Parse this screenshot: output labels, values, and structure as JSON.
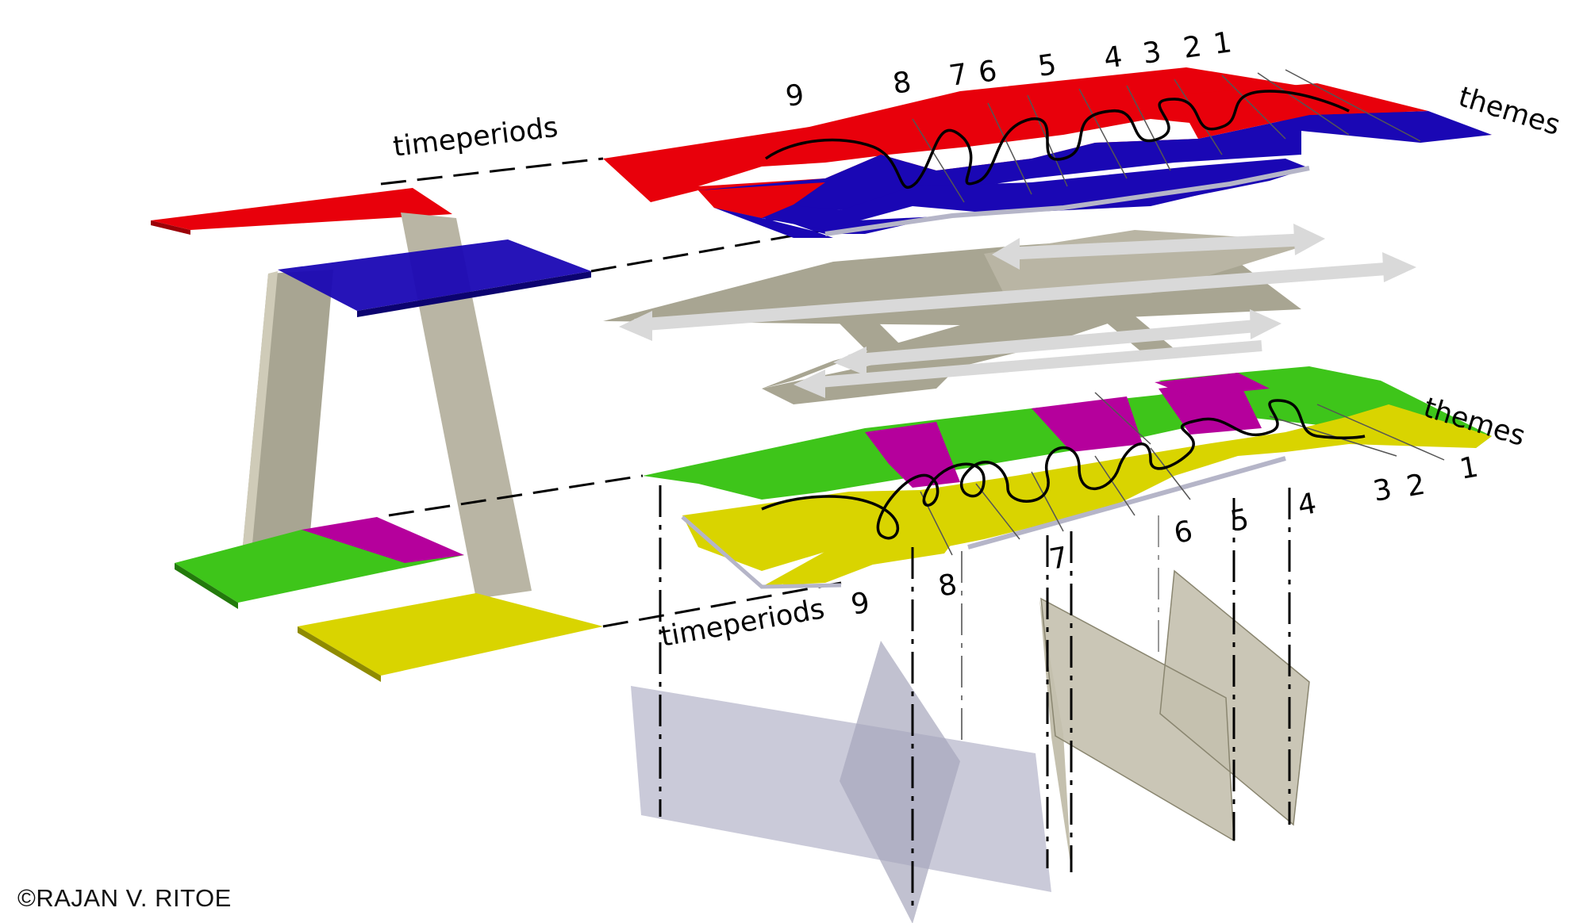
{
  "labels": {
    "upper_timeperiods": "timeperiods",
    "upper_themes": "themes",
    "lower_timeperiods": "timeperiods",
    "lower_themes": "themes"
  },
  "upper_numbers": [
    "9",
    "8",
    "7",
    "6",
    "5",
    "4",
    "3",
    "2",
    "1"
  ],
  "lower_theme_numbers": [
    "3",
    "2",
    "1"
  ],
  "lower_period_numbers": [
    "9",
    "8",
    "7",
    "6",
    "5",
    "4"
  ],
  "copyright": "©RAJAN V. RITOE",
  "colors": {
    "red": "#e8000b",
    "blue": "#1a07b4",
    "green": "#3ec51a",
    "magenta": "#b5009c",
    "yellow": "#d9d400",
    "tan": "#b9b5a4",
    "arrow": "#d9d9d9",
    "lavender": "#b8b8cc"
  }
}
